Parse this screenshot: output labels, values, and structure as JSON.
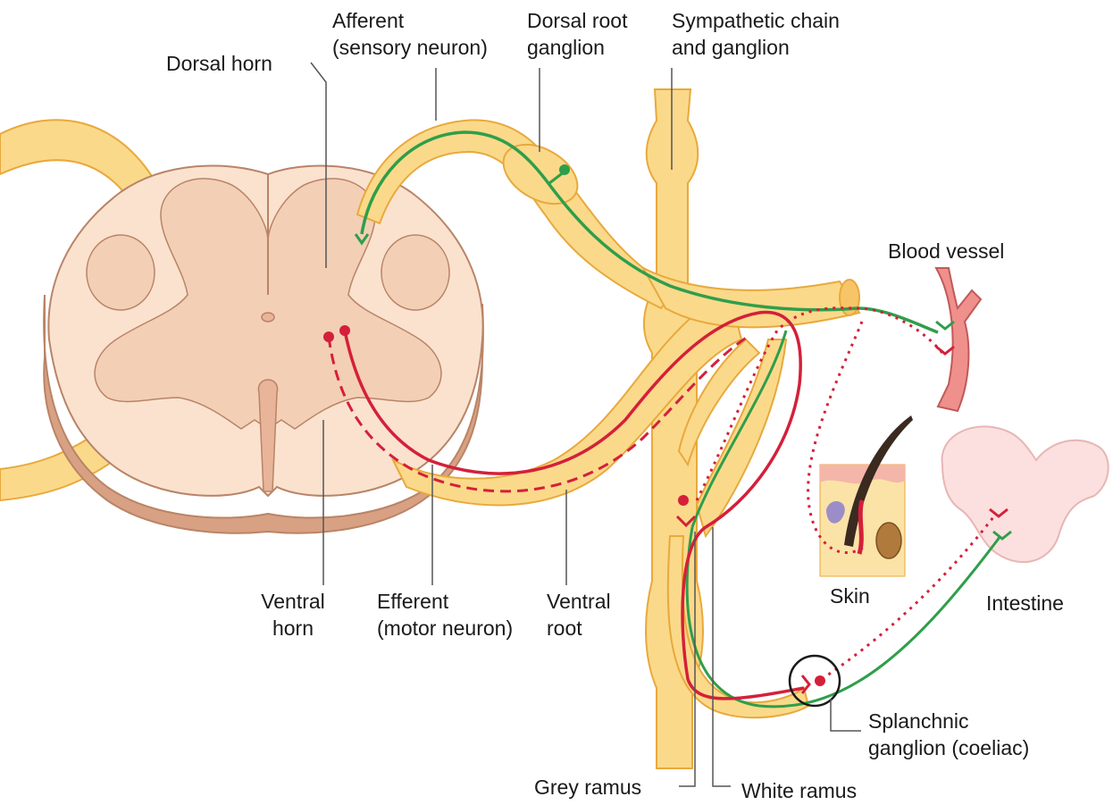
{
  "labels": {
    "dorsal_horn": "Dorsal horn",
    "afferent": [
      "Afferent",
      "(sensory neuron)"
    ],
    "dorsal_root_ganglion": [
      "Dorsal root",
      "ganglion"
    ],
    "sympathetic_chain": [
      "Sympathetic chain",
      "and ganglion"
    ],
    "blood_vessel": "Blood vessel",
    "skin": "Skin",
    "intestine": "Intestine",
    "ventral_horn": [
      "Ventral",
      "horn"
    ],
    "efferent": [
      "Efferent",
      "(motor neuron)"
    ],
    "ventral_root": [
      "Ventral",
      "root"
    ],
    "splanchnic_ganglion": [
      "Splanchnic",
      "ganglion (coeliac)"
    ],
    "grey_ramus": "Grey ramus",
    "white_ramus": "White ramus"
  },
  "colors": {
    "nerve": "#fbd98a",
    "nerve_outline": "#e8a93c",
    "cord_grey": "#f3cfb6",
    "cord_white": "#fae2cf",
    "cord_outline": "#b98466",
    "afferent_line": "#2f9e4a",
    "efferent_line": "#d4203a"
  }
}
